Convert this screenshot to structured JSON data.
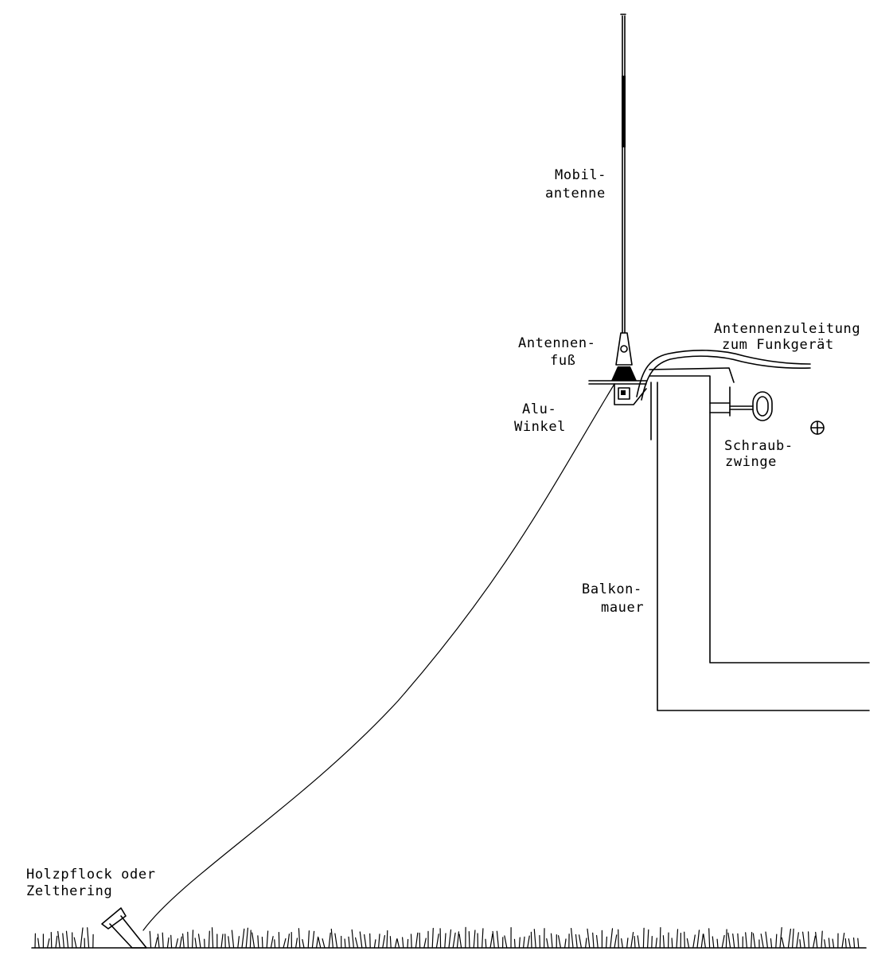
{
  "labels": {
    "mobile_antenna": [
      "Mobil-",
      "antenne"
    ],
    "antenna_base": [
      "Antennen-",
      "fuß"
    ],
    "feed_line": [
      "Antennenzuleitung",
      "zum Funkgerät"
    ],
    "aluminium_bracket": [
      "Alu-",
      "Winkel"
    ],
    "clamp": [
      "Schraub-",
      "zwinge"
    ],
    "balcony_wall": [
      "Balkon-",
      "mauer"
    ],
    "ground_peg": [
      "Holzpflock oder",
      "Zelthering"
    ]
  },
  "colors": {
    "line": "#000000",
    "background": "#ffffff"
  }
}
